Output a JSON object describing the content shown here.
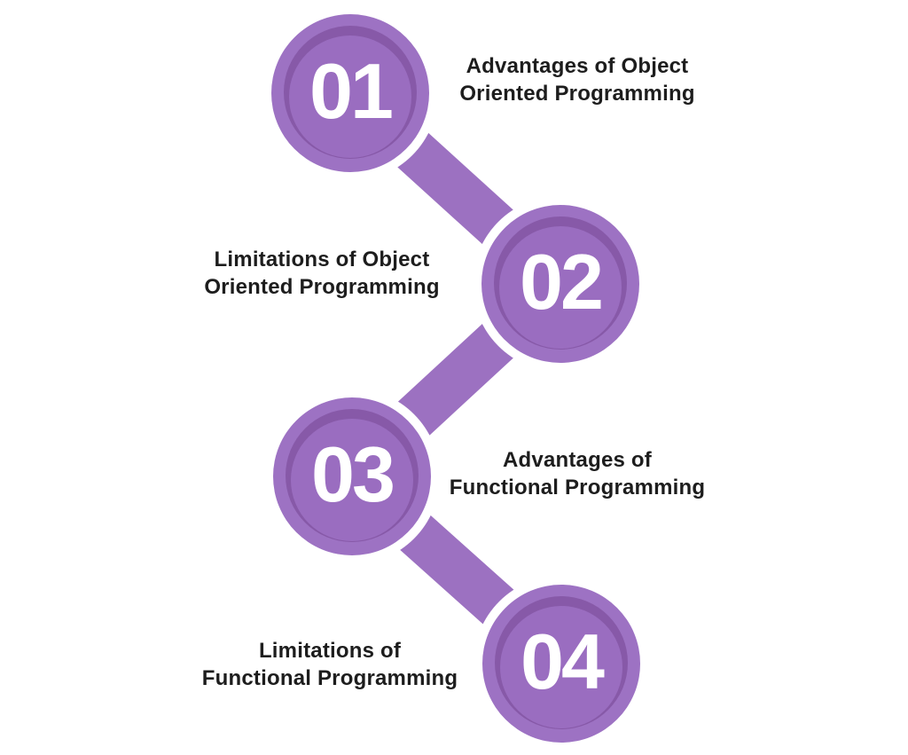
{
  "diagram": {
    "type": "numbered-zigzag-infographic",
    "colors": {
      "band": "#9c71c1",
      "circle_outer": "#9d72c3",
      "circle_ring_dark": "#8759a8",
      "circle_inner": "#9a6dc0",
      "number_text": "#ffffff",
      "label_text": "#1d1d1d",
      "background": "#ffffff"
    },
    "steps": [
      {
        "number": "01",
        "label": "Advantages of Object Oriented Programming",
        "lines": [
          "Advantages of Object",
          "Oriented Programming"
        ],
        "label_side": "right"
      },
      {
        "number": "02",
        "label": "Limitations of Object Oriented Programming",
        "lines": [
          "Limitations of Object",
          "Oriented Programming"
        ],
        "label_side": "left"
      },
      {
        "number": "03",
        "label": "Advantages of Functional Programming",
        "lines": [
          "Advantages of",
          "Functional Programming"
        ],
        "label_side": "right"
      },
      {
        "number": "04",
        "label": "Limitations of Functional Programming",
        "lines": [
          "Limitations of",
          "Functional Programming"
        ],
        "label_side": "left"
      }
    ]
  }
}
